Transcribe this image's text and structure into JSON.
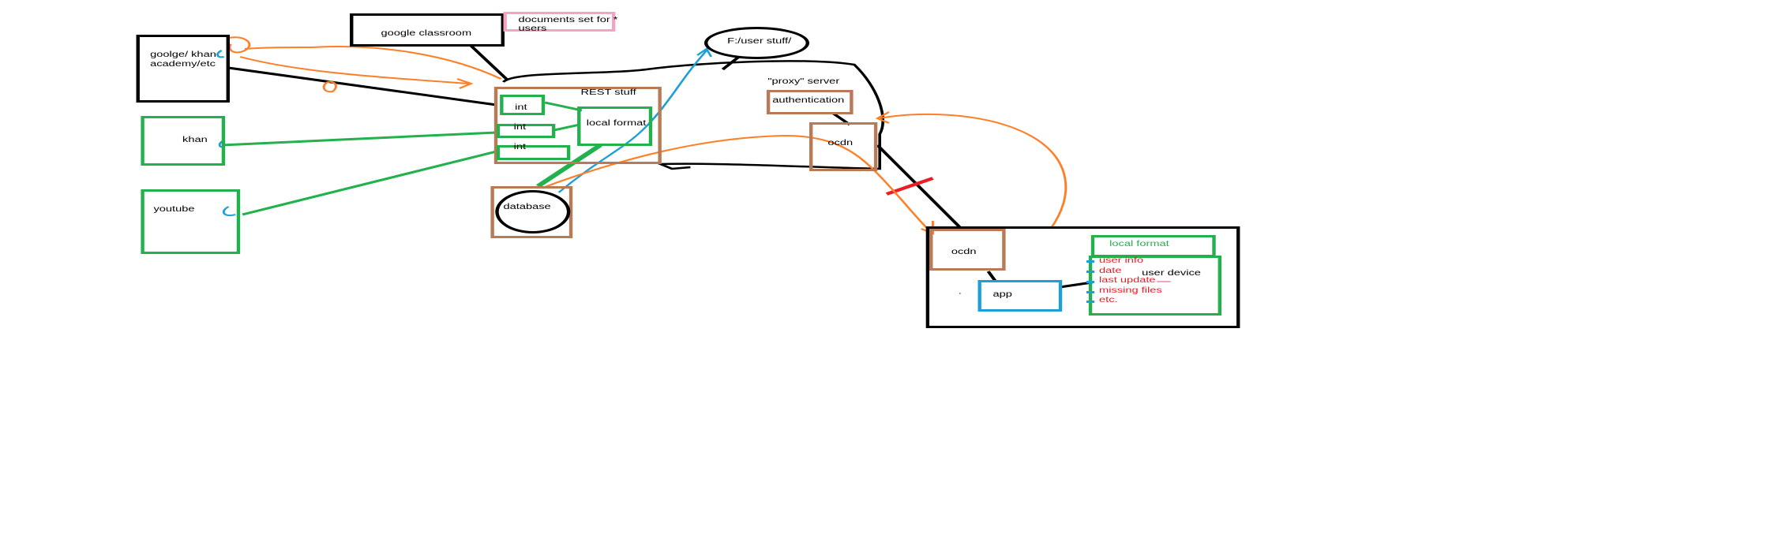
{
  "nodes": {
    "google_khan": "goolge/ khan\nacademy/etc",
    "google_classroom": "google classroom",
    "documents_note": "documents set for *\nusers",
    "khan": "khan",
    "youtube": "youtube",
    "user_stuff": "F:/user stuff/",
    "proxy_server": "\"proxy\" server",
    "rest_stuff": "REST stuff",
    "int_1": "int",
    "int_2": "int",
    "int_3": "int",
    "local_format_server": "local format",
    "authentication": "authentication",
    "ocdn_server": "ocdn",
    "database": "database",
    "ocdn_device": "ocdn",
    "app": "app",
    "local_format_device": "local format",
    "user_device": "user device"
  },
  "device_list": [
    "user info",
    "date",
    "last update",
    "missing files",
    "etc."
  ],
  "colors": {
    "black": "#000000",
    "green": "#22b14c",
    "brown": "#b97a57",
    "blue": "#1e9fd8",
    "orange": "#ff7f27",
    "red": "#ed1c24",
    "pink": "#f5a3c2"
  }
}
